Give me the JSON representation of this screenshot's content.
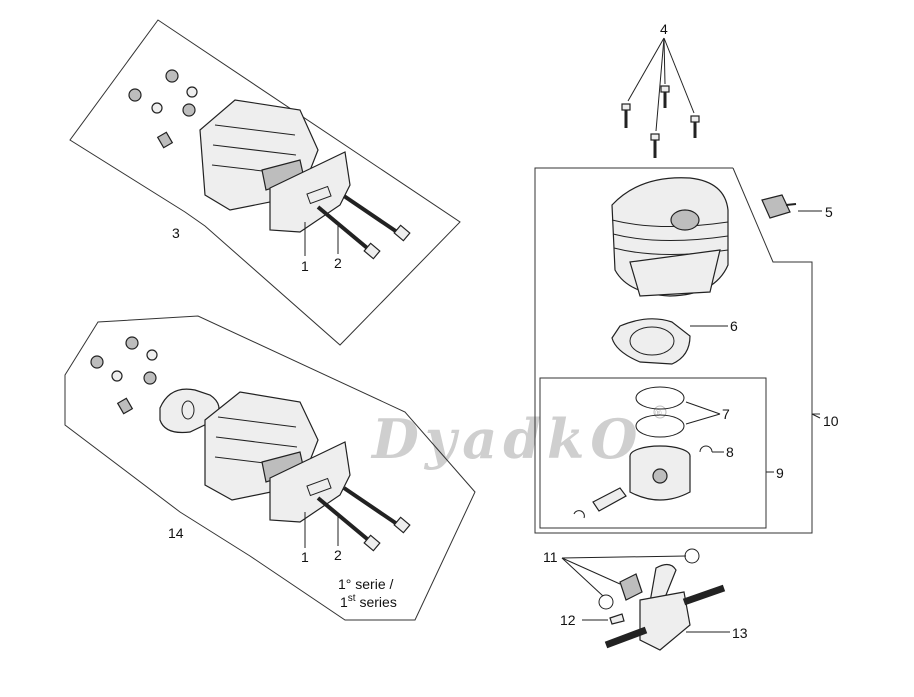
{
  "callouts": {
    "c1a": "1",
    "c2a": "2",
    "c3": "3",
    "c4": "4",
    "c5": "5",
    "c6": "6",
    "c7": "7",
    "c8": "8",
    "c9": "9",
    "c10": "10",
    "c11": "11",
    "c12": "12",
    "c13": "13",
    "c14": "14",
    "c1b": "1",
    "c2b": "2"
  },
  "note": {
    "line1": "1° serie /",
    "line2_main": "1",
    "line2_sup": "st",
    "line2_rest": " series"
  },
  "watermark": {
    "text": "DyadkO",
    "mark": "®"
  }
}
